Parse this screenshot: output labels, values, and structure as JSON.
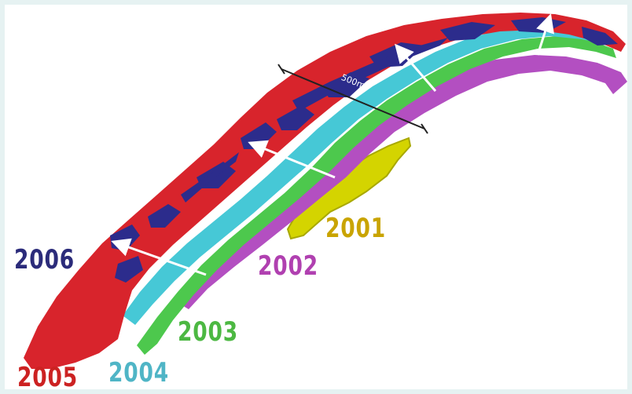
{
  "figure": {
    "scale_label": "500m"
  },
  "years": [
    {
      "label": "2001",
      "color": "#c9a400"
    },
    {
      "label": "2002",
      "color": "#b040b0"
    },
    {
      "label": "2003",
      "color": "#4cb842"
    },
    {
      "label": "2004",
      "color": "#4fb5c6"
    },
    {
      "label": "2005",
      "color": "#cc2222"
    },
    {
      "label": "2006",
      "color": "#2b2b7a"
    }
  ],
  "band_colors": {
    "yellow": "#d8d800",
    "magenta": "#b34fc1",
    "green": "#4dc84d",
    "cyan": "#46c8d6",
    "red": "#d8242c",
    "navy": "#2c2c8c"
  }
}
